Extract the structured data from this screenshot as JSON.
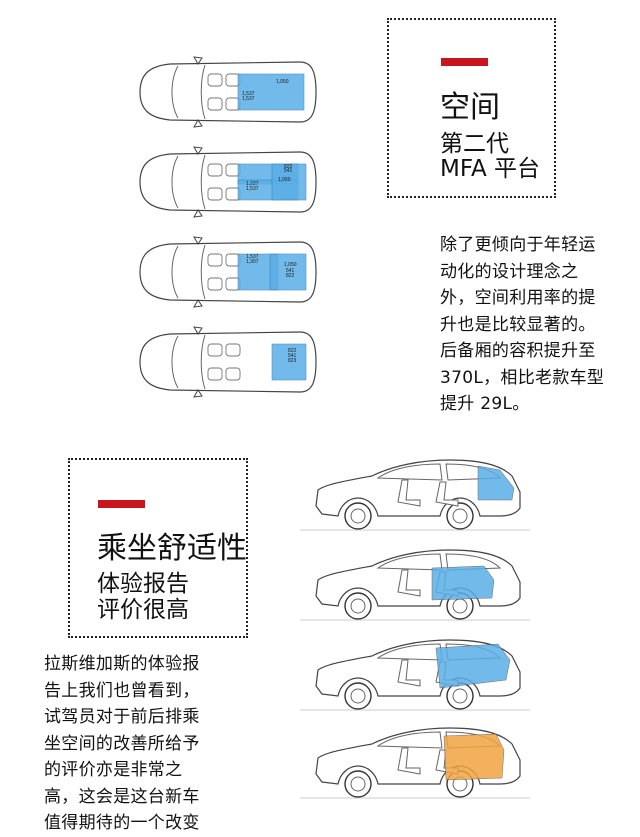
{
  "section_space": {
    "title": "空间",
    "subtitle_1": "第二代",
    "subtitle_2": "MFA 平台",
    "body_lines": [
      "除了更倾向于年轻运",
      "动化的设计理念之",
      "外，空间利用率的提",
      "升也是比较显著的。",
      "后备厢的容积提升至",
      "370L，相比老款车型",
      "提升 29L。"
    ]
  },
  "section_comfort": {
    "title": "乘坐舒适性",
    "subtitle_1": "体验报告",
    "subtitle_2": "评价很高",
    "body_lines": [
      "拉斯维加斯的体验报",
      "告上我们也曾看到，",
      "试驾员对于前后排乘",
      "坐空间的改善所给予",
      "的评价亦是非常之",
      "高，这会是这台新车",
      "值得期待的一个改变"
    ]
  },
  "topview_diagrams": [
    {
      "labels": [
        "1,050",
        "1,537",
        "1,537"
      ]
    },
    {
      "labels": [
        "822",
        "541",
        "1,050",
        "1,227",
        "1,537"
      ]
    },
    {
      "labels": [
        "1,537",
        "1,307",
        "1,050",
        "541",
        "822"
      ]
    },
    {
      "labels": [
        "822",
        "541",
        "823"
      ]
    }
  ],
  "colors": {
    "accent_red": "#c8161d",
    "cargo_blue": "#5aaee6",
    "cargo_orange": "#f2a341",
    "line_gray": "#555555"
  }
}
